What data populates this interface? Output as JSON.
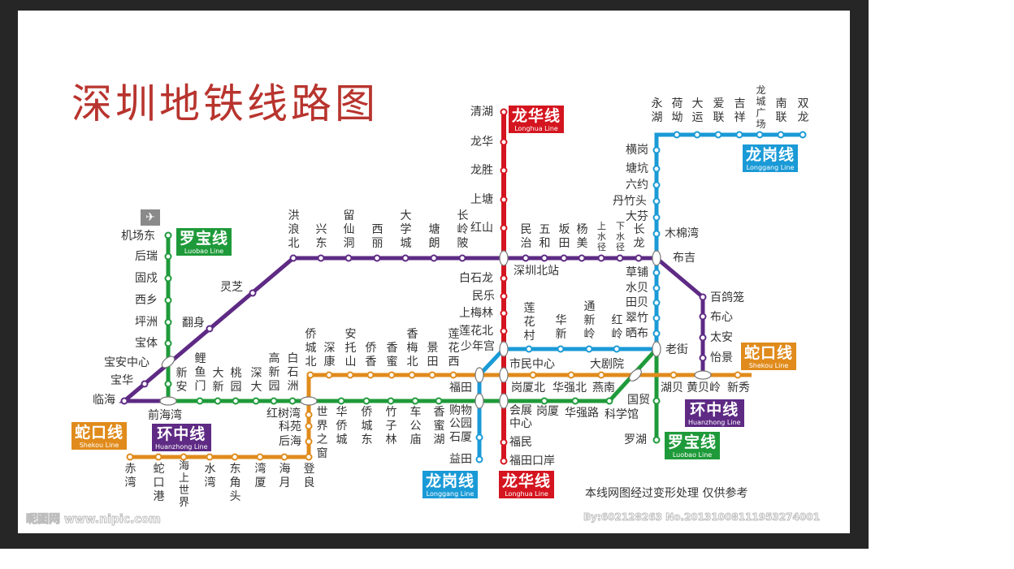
{
  "title": "深圳地铁线路图",
  "note": "本线网图经过变形处理  仅供参考",
  "watermark_left": "昵图网 www.nipic.com",
  "watermark_right": "By:602128263  No.20131008111953274001",
  "colors": {
    "luobao": "#1f9a3a",
    "shekou": "#e08b1c",
    "huanzhong": "#5e2a84",
    "longhua": "#d4151f",
    "longgang": "#1a9ad6",
    "title": "#b8342e",
    "frame": "#262626"
  },
  "lines": {
    "luobao": {
      "zh": "罗宝线",
      "en": "Luobao Line"
    },
    "shekou": {
      "zh": "蛇口线",
      "en": "Shekou Line"
    },
    "huanzhong": {
      "zh": "环中线",
      "en": "Huanzhong Line"
    },
    "longhua": {
      "zh": "龙华线",
      "en": "Longhua Line"
    },
    "longgang": {
      "zh": "龙岗线",
      "en": "Longgang Line"
    }
  },
  "icons": {
    "airport": "airplane-icon"
  },
  "stations": {
    "luobao_north": [
      "机场东",
      "后瑞",
      "固戍",
      "西乡",
      "坪洲",
      "宝体",
      "宝安中心"
    ],
    "luobao_main": [
      "新安",
      "鲤鱼门",
      "大新",
      "桃园",
      "深大",
      "高新园",
      "白石洲",
      "世界之窗",
      "华侨城",
      "侨城东",
      "竹子林",
      "车公庙",
      "香蜜湖",
      "购物公园",
      "会展中心",
      "岗厦",
      "华强路",
      "科学馆",
      "大剧院",
      "老街",
      "国贸",
      "罗湖"
    ],
    "huanzhong_sw": [
      "临海",
      "宝华",
      "翻身",
      "灵芝",
      "前海湾"
    ],
    "huanzhong_top": [
      "洪浪北",
      "兴东",
      "留仙洞",
      "西丽",
      "大学城",
      "塘朗",
      "长岭陂",
      "深圳北站",
      "民治",
      "五和",
      "坂田",
      "杨美",
      "上水径",
      "下水径",
      "长龙",
      "布吉"
    ],
    "huanzhong_east": [
      "百鸽笼",
      "布心",
      "太安",
      "怡景",
      "黄贝岭"
    ],
    "shekou_south": [
      "赤湾",
      "蛇口港",
      "海上世界",
      "水湾",
      "东角头",
      "湾厦",
      "海月",
      "登良"
    ],
    "shekou_west": [
      "后海",
      "科苑",
      "红树湾"
    ],
    "shekou_main": [
      "侨城北",
      "深康",
      "安托山",
      "侨香",
      "香蜜",
      "香梅北",
      "景田",
      "莲花西",
      "福田",
      "市民中心",
      "岗厦北",
      "华强北",
      "燕南",
      "湖贝",
      "新秀"
    ],
    "longhua": [
      "清湖",
      "龙华",
      "龙胜",
      "上塘",
      "红山",
      "白石龙",
      "民乐",
      "上梅林",
      "莲花北",
      "少年宫",
      "福民",
      "福田口岸"
    ],
    "longgang_north": [
      "永湖",
      "荷坳",
      "大运",
      "爱联",
      "吉祥",
      "龙城广场",
      "南联",
      "双龙",
      "横岗",
      "塘坑",
      "六约",
      "丹竹头",
      "大芬",
      "木棉湾",
      "草铺",
      "水贝",
      "田贝",
      "翠竹",
      "晒布"
    ],
    "longgang_main": [
      "莲花村",
      "华新",
      "通新岭",
      "红岭",
      "石厦",
      "益田"
    ]
  }
}
